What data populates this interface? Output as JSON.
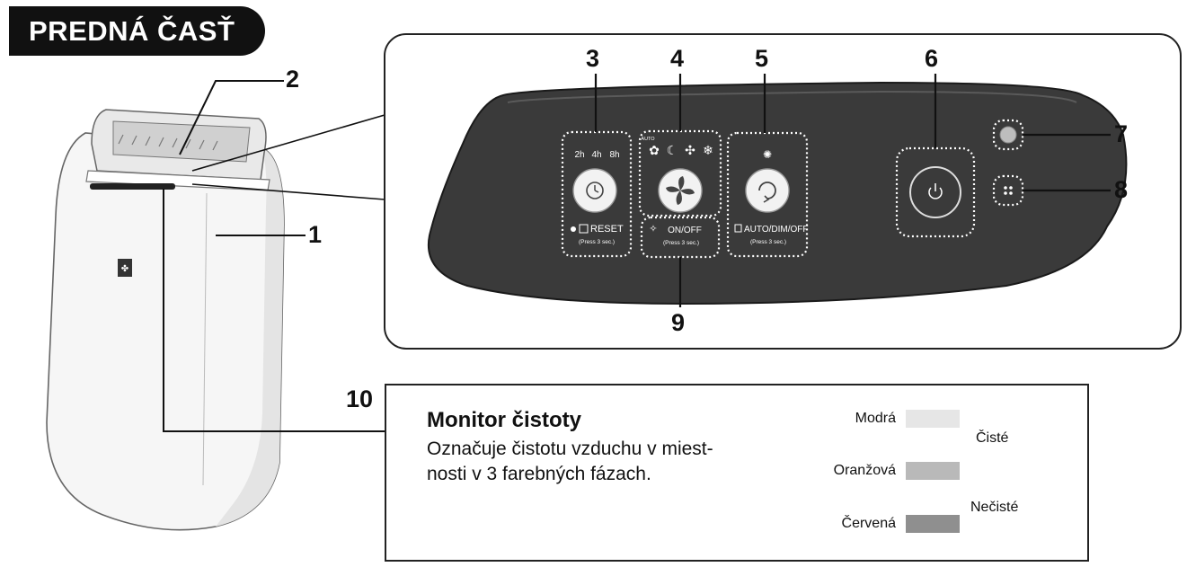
{
  "title": "PREDNÁ ČASŤ",
  "callouts": [
    "1",
    "2",
    "3",
    "4",
    "5",
    "6",
    "7",
    "8",
    "9",
    "10"
  ],
  "panel": {
    "timer_options": [
      "2h",
      "4h",
      "8h"
    ],
    "reset_label": "RESET",
    "reset_hint": "(Press 3 sec.)",
    "auto_label": "AUTO",
    "light_label": "ON/OFF",
    "light_hint": "(Press 3 sec.)",
    "brightness_label": "AUTO/DIM/OFF",
    "brightness_hint": "(Press 3 sec.)"
  },
  "monitor": {
    "title": "Monitor čistoty",
    "description": "Označuje čistotu vzduchu v miest-nosti v 3 farebných fázach.",
    "desc_line1": "Označuje čistotu vzduchu v miest-",
    "desc_line2": "nosti v 3 farebných fázach.",
    "levels": [
      {
        "label": "Modrá",
        "color": "#e6e6e6"
      },
      {
        "label": "Oranžová",
        "color": "#b9b9b9"
      },
      {
        "label": "Červená",
        "color": "#8f8f8f"
      }
    ],
    "clean_label": "Čisté",
    "dirty_label": "Nečisté"
  },
  "colors": {
    "panel_dark": "#3a3a3a",
    "ink": "#111111",
    "badge": "#111111"
  }
}
